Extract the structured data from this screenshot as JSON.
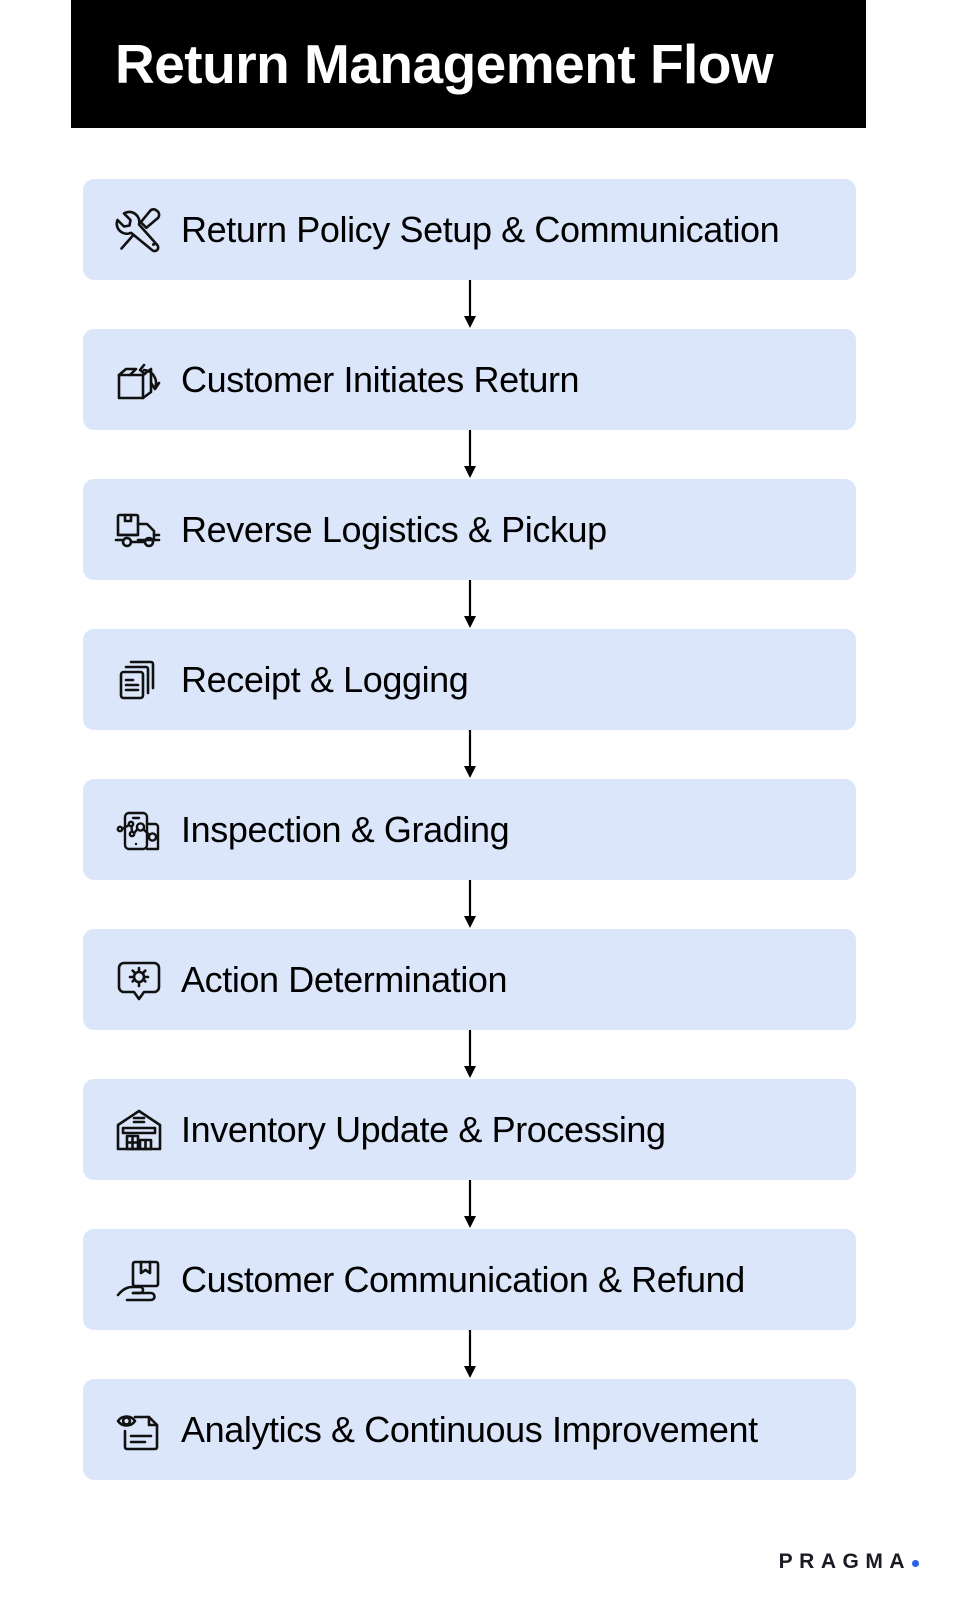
{
  "header": {
    "title": "Return Management Flow",
    "background_color": "#000000",
    "text_color": "#ffffff"
  },
  "theme": {
    "page_background": "#ffffff",
    "step_fill": "#dbe6fb",
    "step_text": "#000000",
    "arrow_color": "#000000",
    "logo_accent": "#2563eb"
  },
  "flow": {
    "orientation": "vertical",
    "connector": "arrow-down",
    "steps": [
      {
        "index": 1,
        "label": "Return Policy Setup & Communication",
        "icon": "wrench-screwdriver-icon"
      },
      {
        "index": 2,
        "label": "Customer Initiates Return",
        "icon": "box-return-arrow-icon"
      },
      {
        "index": 3,
        "label": "Reverse Logistics & Pickup",
        "icon": "delivery-truck-icon"
      },
      {
        "index": 4,
        "label": "Receipt & Logging",
        "icon": "stacked-documents-icon"
      },
      {
        "index": 5,
        "label": "Inspection & Grading",
        "icon": "device-inspection-icon"
      },
      {
        "index": 6,
        "label": "Action Determination",
        "icon": "speech-bubble-gear-icon"
      },
      {
        "index": 7,
        "label": "Inventory Update & Processing",
        "icon": "warehouse-icon"
      },
      {
        "index": 8,
        "label": "Customer Communication & Refund",
        "icon": "hand-holding-package-icon"
      },
      {
        "index": 9,
        "label": "Analytics & Continuous Improvement",
        "icon": "eye-document-icon"
      }
    ]
  },
  "footer": {
    "brand": "PRAGMA",
    "brand_dot": "."
  }
}
